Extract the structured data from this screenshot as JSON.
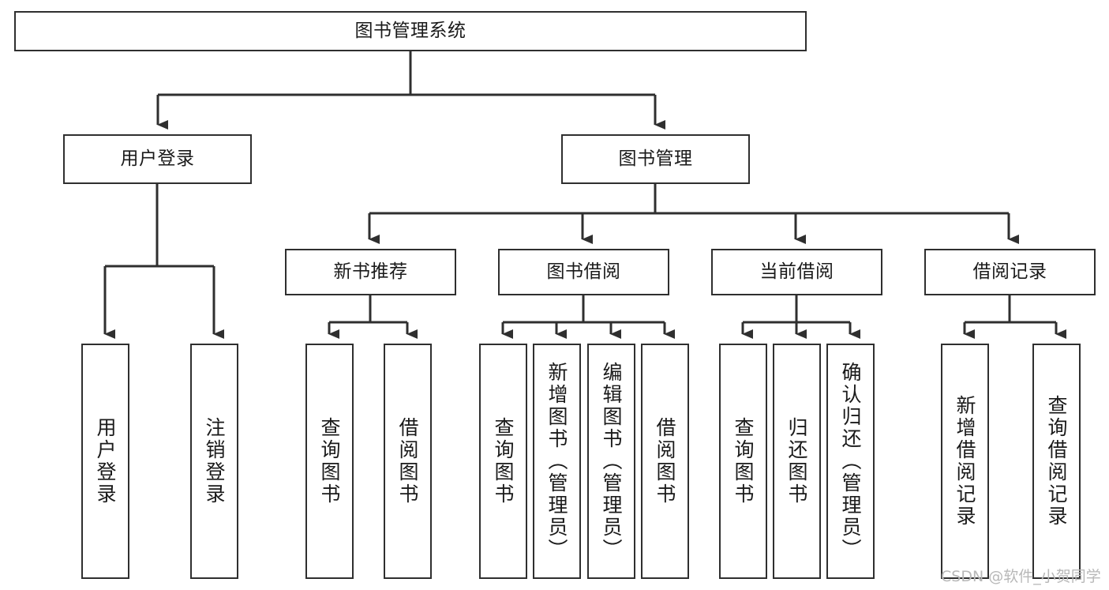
{
  "diagram": {
    "title": "图书管理系统",
    "type": "hierarchy-tree",
    "orientation": "top-down",
    "levels": 4,
    "colors": {
      "box_border": "#2f2f2f",
      "box_fill": "#ffffff",
      "edge": "#2f2f2f",
      "text": "#1a1a1a",
      "watermark": "#b8b8b8",
      "background": "#ffffff"
    }
  },
  "nodes": {
    "root": {
      "label": "图书管理系统"
    },
    "level2": [
      {
        "id": "user-login",
        "label": "用户登录"
      },
      {
        "id": "book-management",
        "label": "图书管理"
      }
    ],
    "level3": [
      {
        "id": "new-book-recommend",
        "label": "新书推荐"
      },
      {
        "id": "book-borrow",
        "label": "图书借阅"
      },
      {
        "id": "current-borrow",
        "label": "当前借阅"
      },
      {
        "id": "borrow-record",
        "label": "借阅记录"
      }
    ],
    "leaves": {
      "user-login": [
        {
          "id": "leaf-user-login",
          "label": "用户登录"
        },
        {
          "id": "leaf-logout-login",
          "label": "注销登录"
        }
      ],
      "new-book-recommend": [
        {
          "id": "leaf-query-book-1",
          "label": "查询图书"
        },
        {
          "id": "leaf-borrow-book-1",
          "label": "借阅图书"
        }
      ],
      "book-borrow": [
        {
          "id": "leaf-query-book-2",
          "label": "查询图书"
        },
        {
          "id": "leaf-add-book",
          "label": "新增图书（管理员）"
        },
        {
          "id": "leaf-edit-book",
          "label": "编辑图书（管理员）"
        },
        {
          "id": "leaf-borrow-book-2",
          "label": "借阅图书"
        }
      ],
      "current-borrow": [
        {
          "id": "leaf-query-book-3",
          "label": "查询图书"
        },
        {
          "id": "leaf-return-book",
          "label": "归还图书"
        },
        {
          "id": "leaf-confirm-return",
          "label": "确认归还（管理员）"
        }
      ],
      "borrow-record": [
        {
          "id": "leaf-add-record",
          "label": "新增借阅记录"
        },
        {
          "id": "leaf-query-record",
          "label": "查询借阅记录"
        }
      ]
    }
  },
  "watermark": {
    "text": "CSDN @软件_小贺同学"
  }
}
